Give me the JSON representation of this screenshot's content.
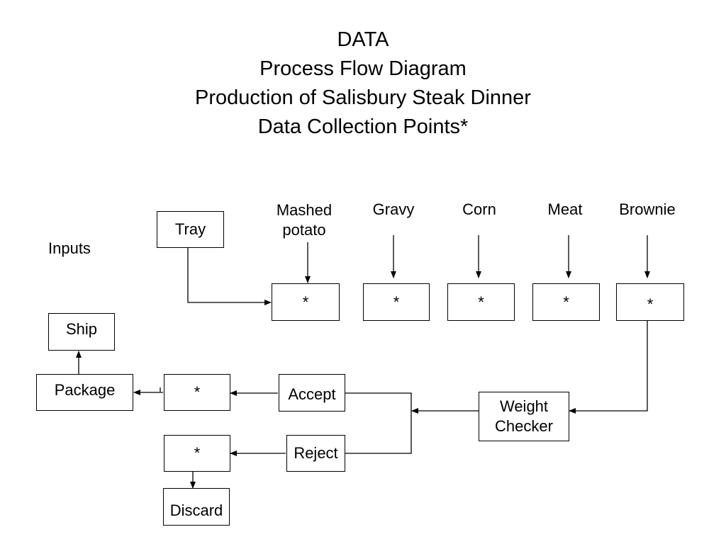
{
  "title": {
    "line1": "DATA",
    "line2": "Process Flow Diagram",
    "line3": "Production of Salisbury Steak Dinner",
    "line4": "Data Collection Points*"
  },
  "inputs_label": "Inputs",
  "input_labels": {
    "mashed_potato_line1": "Mashed",
    "mashed_potato_line2": "potato",
    "gravy": "Gravy",
    "corn": "Corn",
    "meat": "Meat",
    "brownie": "Brownie"
  },
  "boxes": {
    "tray": "Tray",
    "station_mashed": "*",
    "station_gravy": "*",
    "station_corn": "*",
    "station_meat": "*",
    "station_brownie": "*",
    "weight_checker_line1": "Weight",
    "weight_checker_line2": "Checker",
    "accept": "Accept",
    "reject": "Reject",
    "accept_point": "*",
    "reject_point": "*",
    "package": "Package",
    "ship": "Ship",
    "discard": "Discard"
  }
}
